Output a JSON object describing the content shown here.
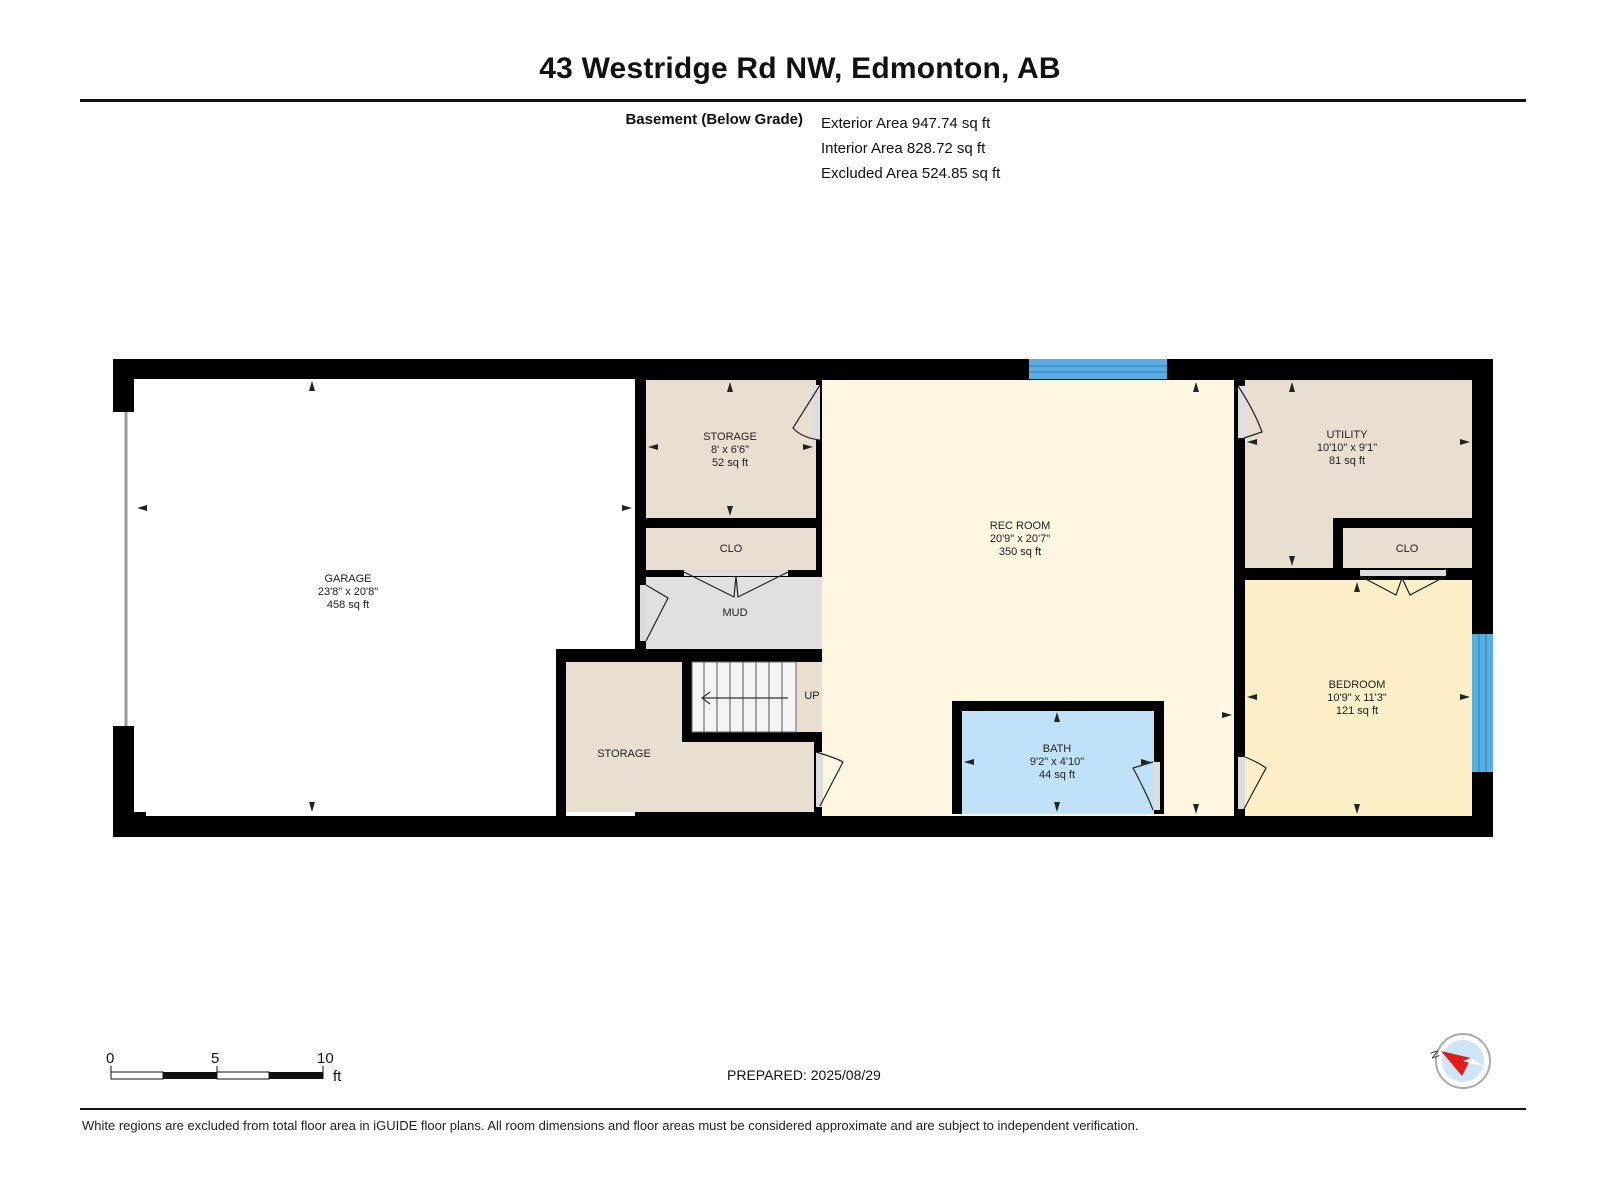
{
  "header": {
    "title": "43 Westridge Rd NW, Edmonton, AB",
    "level": "Basement (Below Grade)",
    "exterior_area": "Exterior Area 947.74 sq ft",
    "interior_area": "Interior Area 828.72 sq ft",
    "excluded_area": "Excluded Area 524.85 sq ft"
  },
  "rooms": {
    "garage": {
      "name": "GARAGE",
      "dims": "23'8\" x 20'8\"",
      "area": "458 sq ft"
    },
    "storage_top": {
      "name": "STORAGE",
      "dims": "8' x 6'6\"",
      "area": "52 sq ft"
    },
    "clo_left": {
      "name": "CLO"
    },
    "mud": {
      "name": "MUD"
    },
    "storage_bottom": {
      "name": "STORAGE"
    },
    "stairs": {
      "label": "UP"
    },
    "rec_room": {
      "name": "REC ROOM",
      "dims": "20'9\" x 20'7\"",
      "area": "350 sq ft"
    },
    "bath": {
      "name": "BATH",
      "dims": "9'2\" x 4'10\"",
      "area": "44 sq ft"
    },
    "utility": {
      "name": "UTILITY",
      "dims": "10'10\" x 9'1\"",
      "area": "81 sq ft"
    },
    "clo_right": {
      "name": "CLO"
    },
    "bedroom": {
      "name": "BEDROOM",
      "dims": "10'9\" x 11'3\"",
      "area": "121 sq ft"
    }
  },
  "colors": {
    "wall": "#000000",
    "garage": "#ffffff",
    "storage": "#e8dfd0",
    "mud": "#e0e0e0",
    "rec_room": "#fdf7e2",
    "bath": "#bfe2f8",
    "utility": "#e8dfd0",
    "bedroom": "#fcefc8",
    "window": "#5aaee3"
  },
  "scale": {
    "zero": "0",
    "five": "5",
    "ten": "10",
    "unit": "ft"
  },
  "footer": {
    "prepared": "PREPARED: 2025/08/29",
    "disclaimer": "White regions are excluded from total floor area in iGUIDE floor plans. All room dimensions and floor areas must be considered approximate and are subject to independent verification.",
    "compass_label": "N"
  }
}
